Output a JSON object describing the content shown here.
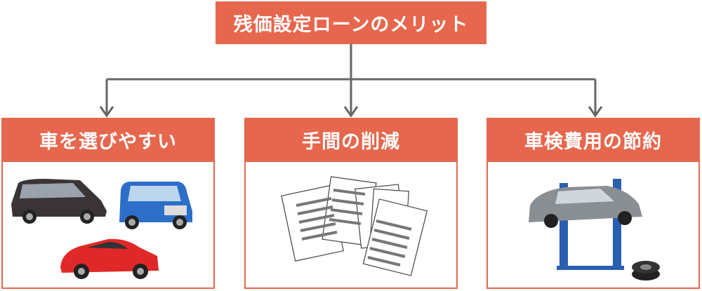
{
  "title": "残価設定ローンのメリット",
  "colors": {
    "accent": "#E6674D",
    "connector": "#666666"
  },
  "cards": [
    {
      "label": "車を選びやすい",
      "illustration": "cars-icon"
    },
    {
      "label": "手間の削減",
      "illustration": "documents-icon"
    },
    {
      "label": "車検費用の節約",
      "illustration": "car-lift-icon"
    }
  ]
}
